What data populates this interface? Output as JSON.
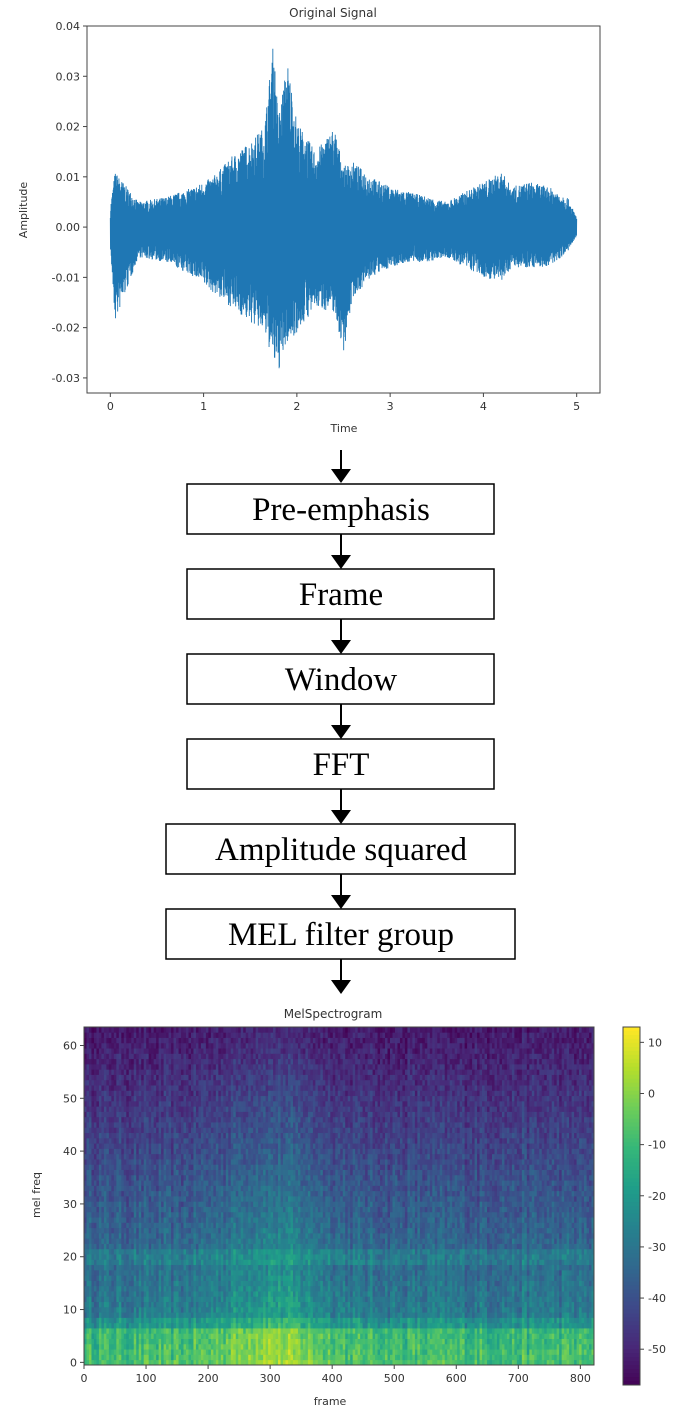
{
  "chart_data": [
    {
      "type": "line",
      "title": "Original Signal",
      "xlabel": "Time",
      "ylabel": "Amplitude",
      "xlim": [
        -0.25,
        5.25
      ],
      "ylim": [
        -0.033,
        0.04
      ],
      "xticks": [
        "0",
        "1",
        "2",
        "3",
        "4",
        "5"
      ],
      "yticks": [
        "0.04",
        "0.03",
        "0.02",
        "0.01",
        "0.00",
        "-0.01",
        "-0.02",
        "-0.03"
      ],
      "color": "#1f77b4",
      "grid": false,
      "legend": "none",
      "envelope": {
        "t": [
          0,
          0.05,
          0.3,
          0.6,
          0.9,
          1.1,
          1.3,
          1.5,
          1.65,
          1.75,
          1.8,
          1.9,
          2.0,
          2.2,
          2.4,
          2.5,
          2.6,
          2.8,
          3.0,
          3.2,
          3.4,
          3.6,
          3.8,
          4.0,
          4.2,
          4.3,
          4.5,
          4.7,
          4.9,
          5.0
        ],
        "upper": [
          0.004,
          0.011,
          0.005,
          0.006,
          0.008,
          0.01,
          0.014,
          0.017,
          0.02,
          0.037,
          0.022,
          0.033,
          0.021,
          0.015,
          0.02,
          0.012,
          0.013,
          0.01,
          0.008,
          0.007,
          0.006,
          0.005,
          0.007,
          0.009,
          0.011,
          0.008,
          0.009,
          0.008,
          0.006,
          0.002
        ],
        "lower": [
          -0.004,
          -0.019,
          -0.006,
          -0.007,
          -0.01,
          -0.013,
          -0.016,
          -0.019,
          -0.021,
          -0.027,
          -0.029,
          -0.023,
          -0.021,
          -0.016,
          -0.017,
          -0.025,
          -0.014,
          -0.01,
          -0.008,
          -0.007,
          -0.007,
          -0.006,
          -0.008,
          -0.01,
          -0.011,
          -0.008,
          -0.008,
          -0.008,
          -0.005,
          -0.002
        ]
      }
    },
    {
      "type": "heatmap",
      "title": "MelSpectrogram",
      "xlabel": "frame",
      "ylabel": "mel freq",
      "xlim": [
        0,
        822
      ],
      "ylim": [
        0,
        63
      ],
      "xticks": [
        "0",
        "100",
        "200",
        "300",
        "400",
        "500",
        "600",
        "700",
        "800"
      ],
      "yticks": [
        "0",
        "10",
        "20",
        "30",
        "40",
        "50",
        "60"
      ],
      "colorbar": {
        "range": [
          -57,
          13
        ],
        "ticks": [
          "10",
          "0",
          "-10",
          "-20",
          "-30",
          "-40",
          "-50"
        ],
        "colormap": "viridis"
      },
      "value_range": [
        -57,
        13
      ]
    }
  ],
  "flow": {
    "steps": [
      "Pre-emphasis",
      "Frame",
      "Window",
      "FFT",
      "Amplitude squared",
      "MEL filter group"
    ]
  }
}
